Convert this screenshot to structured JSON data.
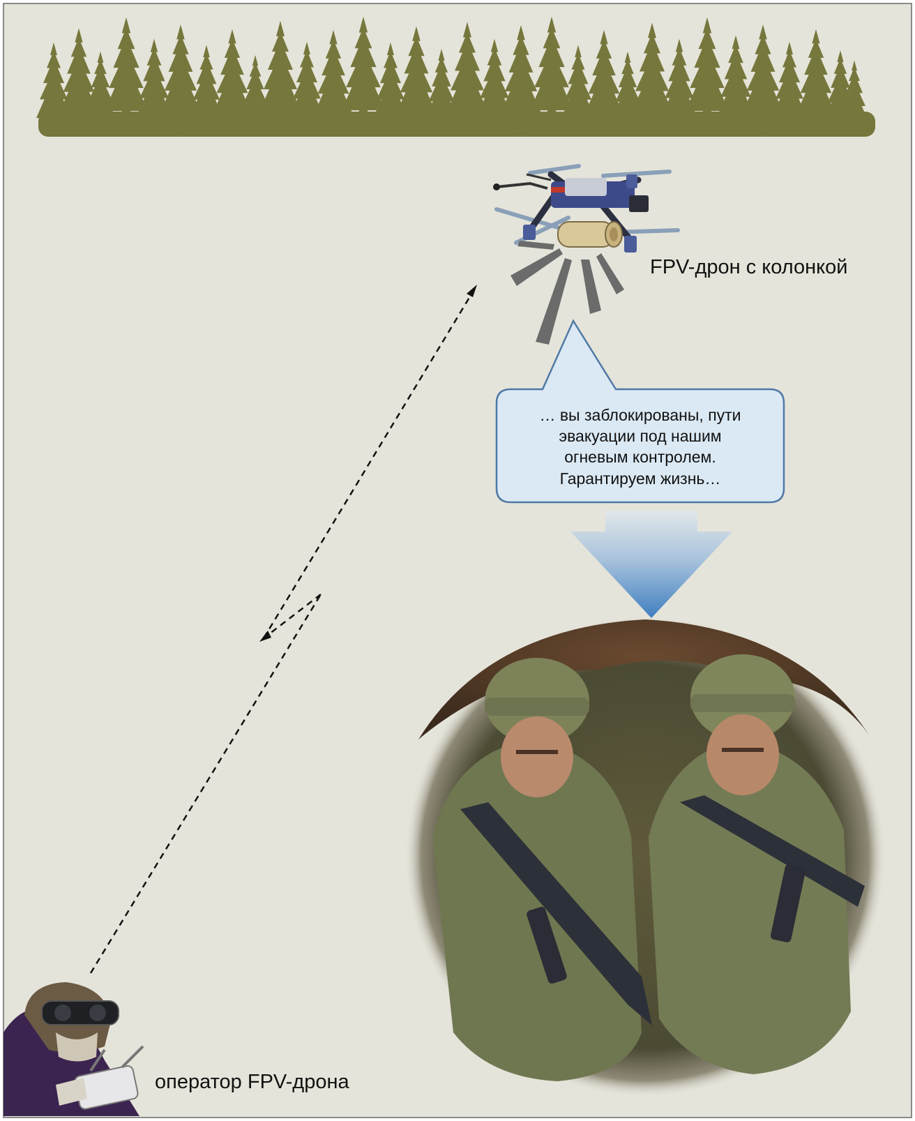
{
  "labels": {
    "drone": "FPV-дрон с колонкой",
    "operator": "оператор FPV-дрона"
  },
  "bubble": {
    "lines": [
      "… вы заблокированы, пути",
      "эвакуации под нашим",
      "огневым контролем.",
      "Гарантируем жизнь…"
    ]
  },
  "colors": {
    "background": "#e5e4da",
    "border": "#8a8a8a",
    "forest": "#76773c",
    "bubble_fill": "#dbe9f4",
    "bubble_stroke": "#5079a6",
    "arrow_top": "#e2e7ea",
    "arrow_bottom": "#3f7fc0",
    "sound_waves": "#6b6b6b",
    "link_line": "#111111"
  },
  "icons": {
    "forest": "forest-icon",
    "drone": "fpv-drone-icon",
    "operator": "operator-icon",
    "soldiers": "soldiers-in-trench-icon"
  }
}
